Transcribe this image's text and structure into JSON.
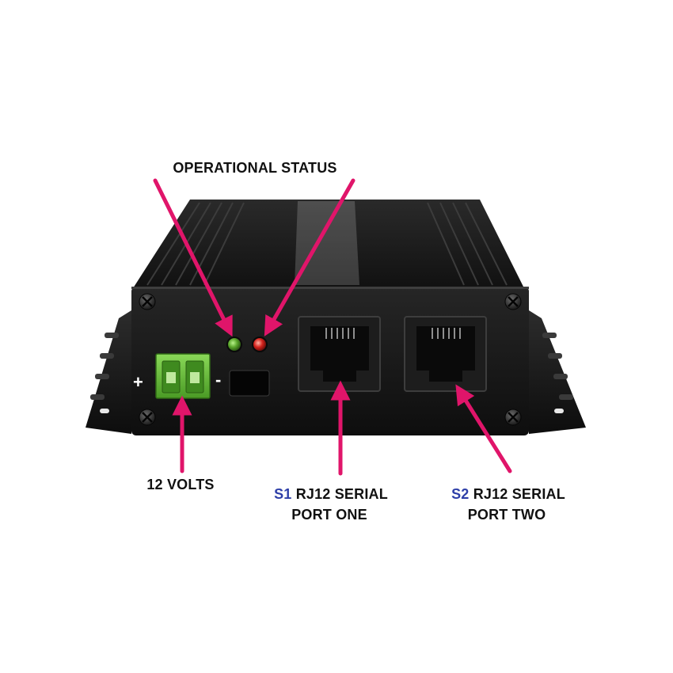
{
  "colors": {
    "background": "#ffffff",
    "arrow": "#e0156a",
    "label_text": "#111111",
    "port_prefix": "#2e3fa8",
    "led_green": "#5aa62b",
    "led_red": "#d4221c",
    "terminal_block": "#6fc23f",
    "enclosure": "#1c1c1c"
  },
  "labels": {
    "status": "OPERATIONAL STATUS",
    "power": "12 VOLTS",
    "port1_prefix": "S1",
    "port1_line1": "RJ12 SERIAL",
    "port1_line2": "PORT ONE",
    "port2_prefix": "S2",
    "port2_line1": "RJ12 SERIAL",
    "port2_line2": "PORT TWO"
  },
  "device": {
    "polarity_plus": "+",
    "polarity_minus": "-",
    "led_left": "green",
    "led_right": "red"
  },
  "icons": {
    "screw": "screw-icon",
    "arrow": "arrow-icon"
  }
}
